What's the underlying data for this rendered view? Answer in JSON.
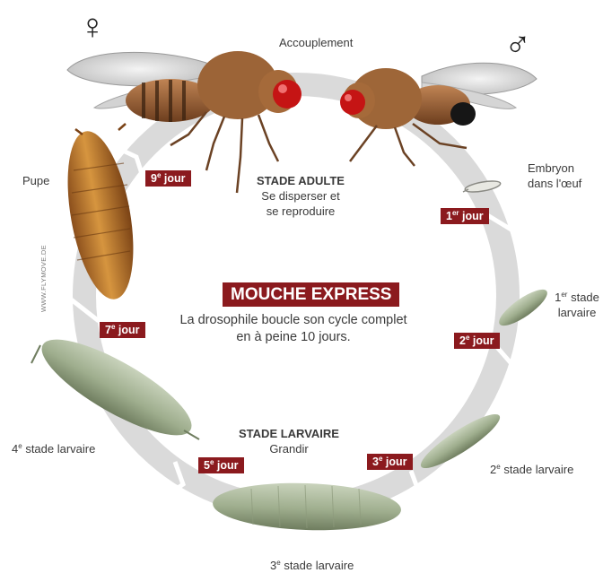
{
  "title": "MOUCHE EXPRESS",
  "subtitle": "La drosophile boucle son cycle complet en à peine 10 jours.",
  "credit": "WWW.FLYMOVE.DE",
  "symbols": {
    "female": "♀",
    "male": "♂"
  },
  "colors": {
    "accent": "#8b1a1e",
    "ring": "#d9d9d9",
    "text": "#333333"
  },
  "adult_stage": {
    "heading": "STADE ADULTE",
    "line1": "Se disperser et",
    "line2": "se reproduire"
  },
  "larval_stage": {
    "heading": "STADE LARVAIRE",
    "line1": "Grandir"
  },
  "stages": {
    "mating": "Accouplement",
    "embryo_line1": "Embryon",
    "embryo_line2": "dans l'œuf",
    "larva1_num": "1",
    "larva1_sup": "er",
    "larva1_word": "stade",
    "larva1_line2": "larvaire",
    "larva2_num": "2",
    "larva2_sup": "e",
    "larva2_text": "stade larvaire",
    "larva3_num": "3",
    "larva3_sup": "e",
    "larva3_text": "stade larvaire",
    "larva4_num": "4",
    "larva4_sup": "e",
    "larva4_text": "stade larvaire",
    "pupa": "Pupe"
  },
  "days": [
    {
      "num": "1",
      "sup": "er",
      "word": "jour"
    },
    {
      "num": "2",
      "sup": "e",
      "word": "jour"
    },
    {
      "num": "3",
      "sup": "e",
      "word": "jour"
    },
    {
      "num": "5",
      "sup": "e",
      "word": "jour"
    },
    {
      "num": "7",
      "sup": "e",
      "word": "jour"
    },
    {
      "num": "9",
      "sup": "e",
      "word": "jour"
    }
  ]
}
